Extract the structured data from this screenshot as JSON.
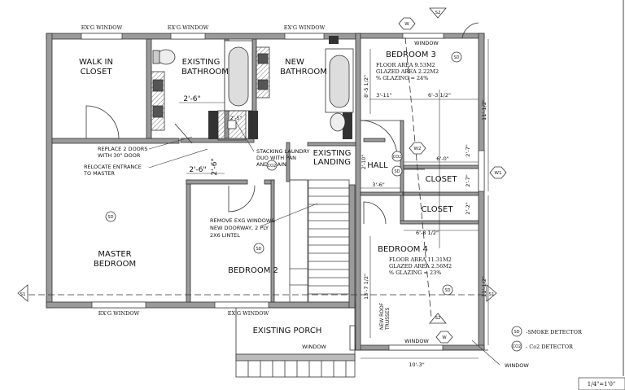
{
  "rooms": {
    "walk_in_closet": [
      "WALK IN",
      "CLOSET"
    ],
    "existing_bathroom": [
      "EXISTING",
      "BATHROOM"
    ],
    "new_bathroom": [
      "NEW",
      "BATHROOM"
    ],
    "bedroom3": "BEDROOM 3",
    "existing_landing": [
      "EXISTING",
      "LANDING"
    ],
    "hall": "HALL",
    "closet1": "CLOSET",
    "closet2": "CLOSET",
    "master_bedroom": [
      "MASTER",
      "BEDROOM"
    ],
    "bedroom2": "BEDROOM 2",
    "bedroom4": "BEDROOM 4",
    "existing_porch": "EXISTING PORCH"
  },
  "bedroom3_info": [
    "FLOOR AREA 9.53M2",
    "GLAZED AREA 2.22M2",
    "% GLAZING = 24%"
  ],
  "bedroom4_info": [
    "FLOOR AREA 11.31M2",
    "GLAZED AREA 2.56M2",
    "% GLAZING = 23%"
  ],
  "notes": {
    "replace_doors": [
      "REPLACE 2 DOORS",
      "WITH 30\" DOOR"
    ],
    "relocate": [
      "RELOCATE ENTRANCE",
      "TO MASTER"
    ],
    "laundry": [
      "STACKING LAUNDRY",
      "DUO WITH PAN",
      "AND DRAIN"
    ],
    "remove_window": [
      "REMOVE EXG WINDOW&",
      "NEW DOORWAY, 2 PLY",
      "2X6 LINTEL"
    ],
    "new_roof": [
      "NEW ROOF",
      "TRUSSES"
    ]
  },
  "windows": {
    "top1": "EX'G WINDOW",
    "top2": "EX'G WINDOW",
    "top3": "EX'G WINDOW",
    "bottom1": "EX'G WINDOW",
    "bottom2": "EX'G WINDOW",
    "bed3": "WINDOW",
    "porch": "WINDOW",
    "bed4": "WINDOW",
    "right": "WINDOW"
  },
  "dimensions": {
    "d_2_6_a": "2'-6\"",
    "d_2_5": "2'-5\"",
    "d_2_6_b": "2'-6\"",
    "d_2_6_c": "2'-6\"",
    "d_8_5_half": "8'-5 1/2\"",
    "d_3_11": "3'-11\"",
    "d_6_3_half": "6'-3 1/2\"",
    "d_11_1_half_a": "11'-1/2\"",
    "d_2_7_a": "2'-7\"",
    "d_6_0": "6'-0\"",
    "d_2_10": "2'-10\"",
    "d_3_6": "3'-6\"",
    "d_2_7_b": "2'-7\"",
    "d_2_2": "2'-2\"",
    "d_6_8_half": "6'-8 1/2\"",
    "d_13_7_half": "13'-7 1/2\"",
    "d_11_1_half_b": "11'-1/2\"",
    "d_10_3": "10'-3\""
  },
  "symbols": {
    "sd": "SD",
    "co2": "CO2",
    "w1": "W1",
    "w2": "W2",
    "s1": "S1",
    "s2": "S2",
    "w": "W"
  },
  "legend": {
    "sd_symbol": "SD",
    "sd_label": "-SMOKE DETECTOR",
    "co2_symbol": "CO2",
    "co2_label": "- Co2 DETECTOR"
  },
  "scale": "1/4\"=1'0\""
}
